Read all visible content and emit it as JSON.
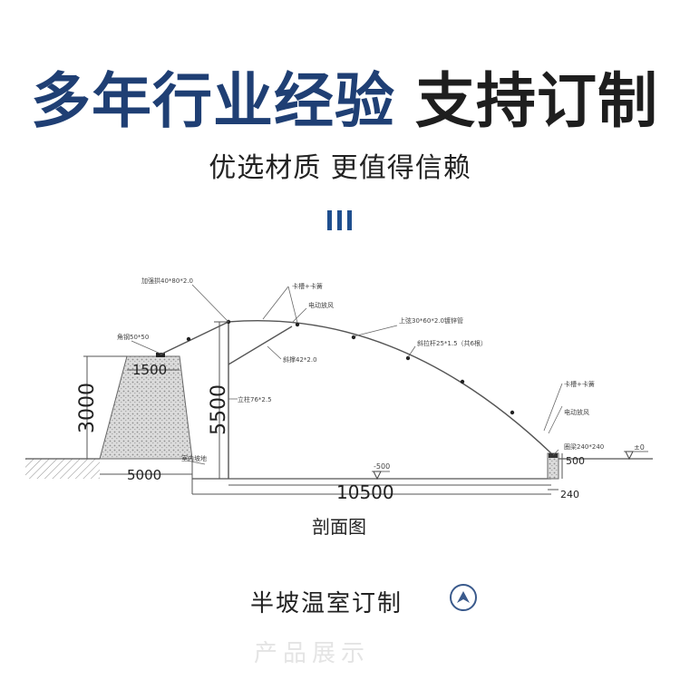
{
  "header": {
    "headline_blue": "多年行业经验",
    "headline_dark": "支持订制",
    "subtitle": "优选材质 更值得信赖"
  },
  "diagram": {
    "dim_wall_height": "3000",
    "dim_wall_top": "1500",
    "dim_wall_base": "5000",
    "dim_column_height": "5500",
    "dim_span": "10500",
    "dim_footing_height": "500",
    "dim_footing_width": "240",
    "level_left": "-500",
    "level_right": "±0",
    "section_title": "剖面图",
    "notes": {
      "main_arch": "加强拱40*80*2.0",
      "angle_steel": "角钢50*50",
      "film_rail": "卡槽+卡簧",
      "roller_left": "电动放风",
      "top_chord": "上弦30*60*2.0镀锌管",
      "side_chord": "斜拉杆25*1.5（共6根）",
      "brace": "斜撑42*2.0",
      "column": "立柱76*2.5",
      "film_rail_right": "卡槽+卡簧",
      "roller_right": "电动放风",
      "footing": "圈梁240*240",
      "drain": "室内坡地"
    }
  },
  "footer": {
    "caption": "半坡温室订制",
    "up_icon": "up-arrow-circle-icon",
    "faded_text": "产品展示"
  },
  "colors": {
    "headline_blue": "#1f3f74",
    "accent_blue": "#1f4f8f",
    "line": "#555555"
  }
}
